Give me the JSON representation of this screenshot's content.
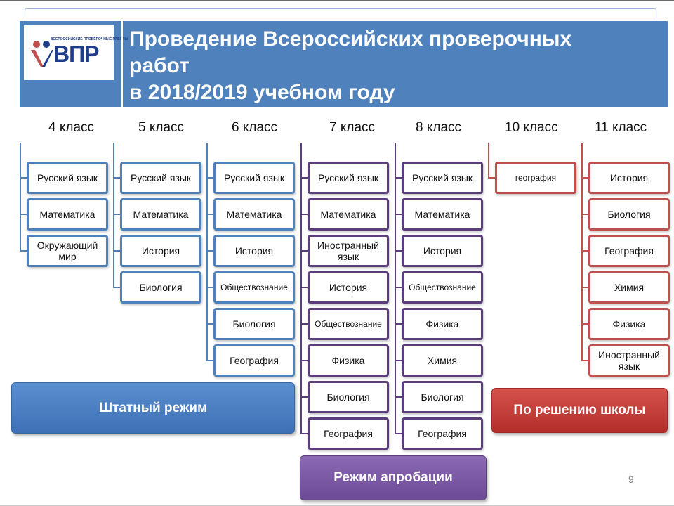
{
  "slide": {
    "title_lines": [
      "Проведение Всероссийских проверочных",
      "работ",
      "в 2018/2019 учебном году"
    ],
    "logo": {
      "tagline": "ВСЕРОССИЙСКИЕ ПРОВЕРОЧНЫЕ РАБОТЫ",
      "text": "ВПР"
    },
    "page_number": "9"
  },
  "grades": [
    {
      "label": "4 класс",
      "subjects": [
        "Русский язык",
        "Математика",
        "Окружающий мир"
      ]
    },
    {
      "label": "5 класс",
      "subjects": [
        "Русский язык",
        "Математика",
        "История",
        "Биология"
      ]
    },
    {
      "label": "6 класс",
      "subjects": [
        "Русский язык",
        "Математика",
        "История",
        "Обществознание",
        "Биология",
        "География"
      ]
    },
    {
      "label": "7 класс",
      "subjects": [
        "Русский язык",
        "Математика",
        "Иностранный язык",
        "История",
        "Обществознание",
        "Физика",
        "Биология",
        "География"
      ]
    },
    {
      "label": "8 класс",
      "subjects": [
        "Русский язык",
        "Математика",
        "История",
        "Обществознание",
        "Физика",
        "Химия",
        "Биология",
        "География"
      ]
    },
    {
      "label": "10 класс",
      "subjects": [
        "география"
      ]
    },
    {
      "label": "11 класс",
      "subjects": [
        "История",
        "Биология",
        "География",
        "Химия",
        "Физика",
        "Иностранный язык"
      ]
    }
  ],
  "modes": {
    "regular": "Штатный режим",
    "testing": "Режим апробации",
    "school": "По решению школы"
  },
  "colors": {
    "header": "#4f81bd",
    "regular": "#4f81bd",
    "testing": "#5a3d7a",
    "school": "#c0504d"
  }
}
